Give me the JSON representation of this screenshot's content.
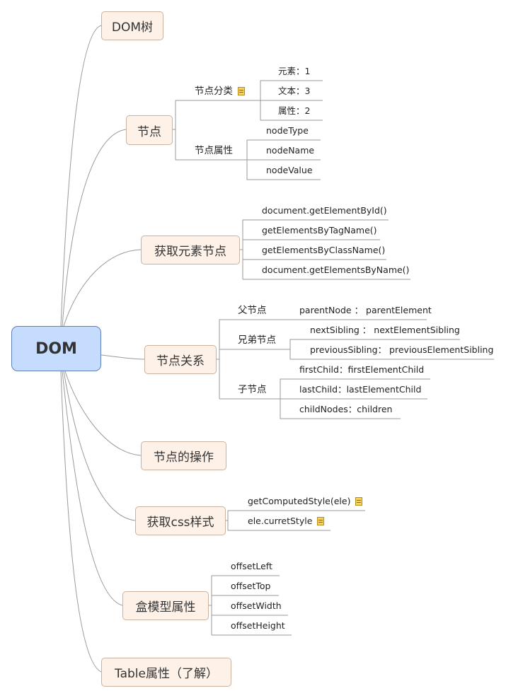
{
  "root": {
    "label": "DOM"
  },
  "branches": {
    "dom_tree": "DOM树",
    "node": {
      "label": "节点",
      "category": {
        "label": "节点分类",
        "items": [
          "元素：1",
          "文本：3",
          "属性：2"
        ]
      },
      "attributes": {
        "label": "节点属性",
        "items": [
          "nodeType",
          "nodeName",
          "nodeValue"
        ]
      }
    },
    "get_element": {
      "label": "获取元素节点",
      "items": [
        "document.getElementById()",
        "getElementsByTagName()",
        "getElementsByClassName()",
        "document.getElementsByName()"
      ]
    },
    "relation": {
      "label": "节点关系",
      "parent": {
        "label": "父节点",
        "items": [
          "parentNode ： parentElement"
        ]
      },
      "sibling": {
        "label": "兄弟节点",
        "items": [
          "nextSibling ： nextElementSibling",
          "previousSibling： previousElementSibling"
        ]
      },
      "child": {
        "label": "子节点",
        "items": [
          "firstChild：firstElementChild",
          "lastChild：lastElementChild",
          "childNodes：children"
        ]
      }
    },
    "operation": "节点的操作",
    "css": {
      "label": "获取css样式",
      "items": [
        "getComputedStyle(ele)",
        "ele.curretStyle"
      ]
    },
    "box": {
      "label": "盒模型属性",
      "items": [
        "offsetLeft",
        "offsetTop",
        "offsetWidth",
        "offsetHeight"
      ]
    },
    "table": "Table属性（了解）"
  },
  "colors": {
    "root_fill": "#c5dcff",
    "root_border": "#5f7fb8",
    "node_fill": "#fdf1e8",
    "node_border": "#c9b3a0",
    "line": "#9a9a9a",
    "note_icon": "#f7d25a"
  }
}
